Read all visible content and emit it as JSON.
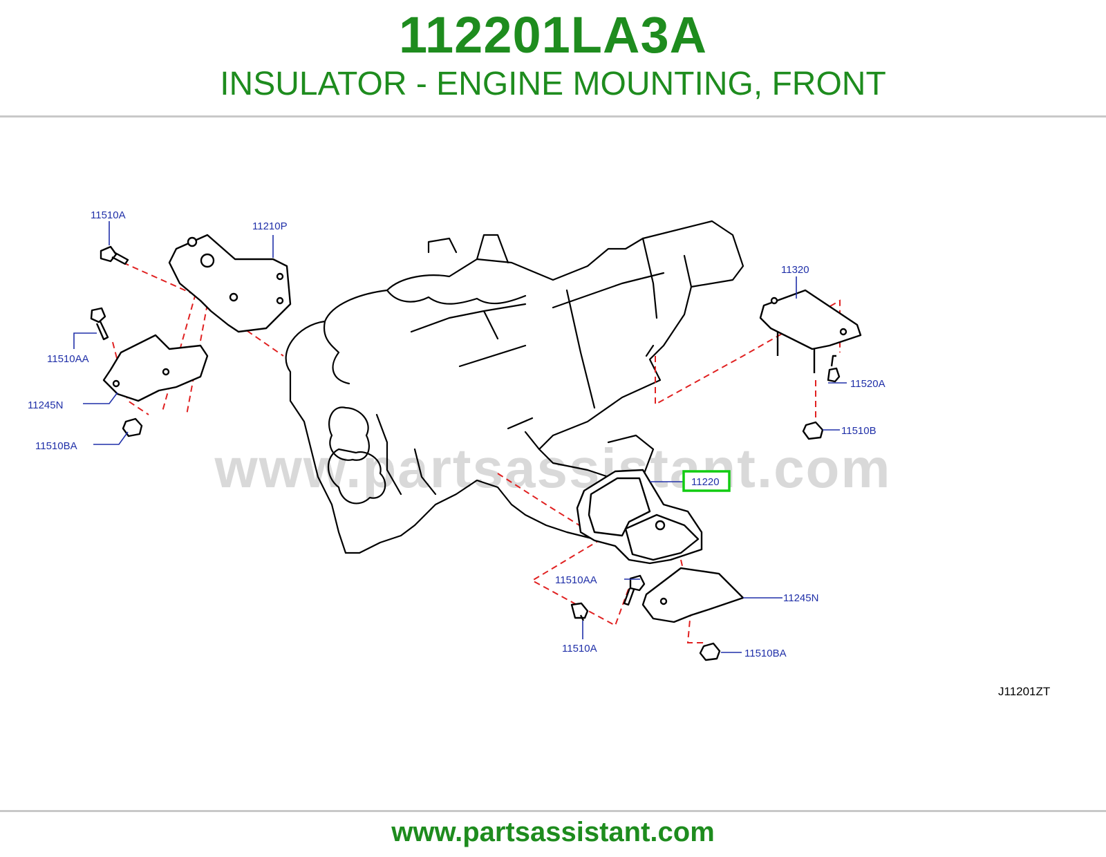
{
  "header": {
    "part_number": "112201LA3A",
    "part_name": "INSULATOR - ENGINE MOUNTING, FRONT"
  },
  "diagram": {
    "watermark": "www.partsassistant.com",
    "figure_code": "J11201ZT",
    "highlight_color": "#11cc11",
    "labels": {
      "l11510a_top": "11510A",
      "l11210p": "11210P",
      "l11510aa_left": "11510AA",
      "l11245n_left": "11245N",
      "l11510ba_left": "11510BA",
      "l11320": "11320",
      "l11520a": "11520A",
      "l11510b": "11510B",
      "l11220": "11220",
      "l11510aa_bottom": "11510AA",
      "l11245n_right": "11245N",
      "l11510a_bottom": "11510A",
      "l11510ba_bottom": "11510BA"
    }
  },
  "footer": {
    "url": "www.partsassistant.com"
  }
}
